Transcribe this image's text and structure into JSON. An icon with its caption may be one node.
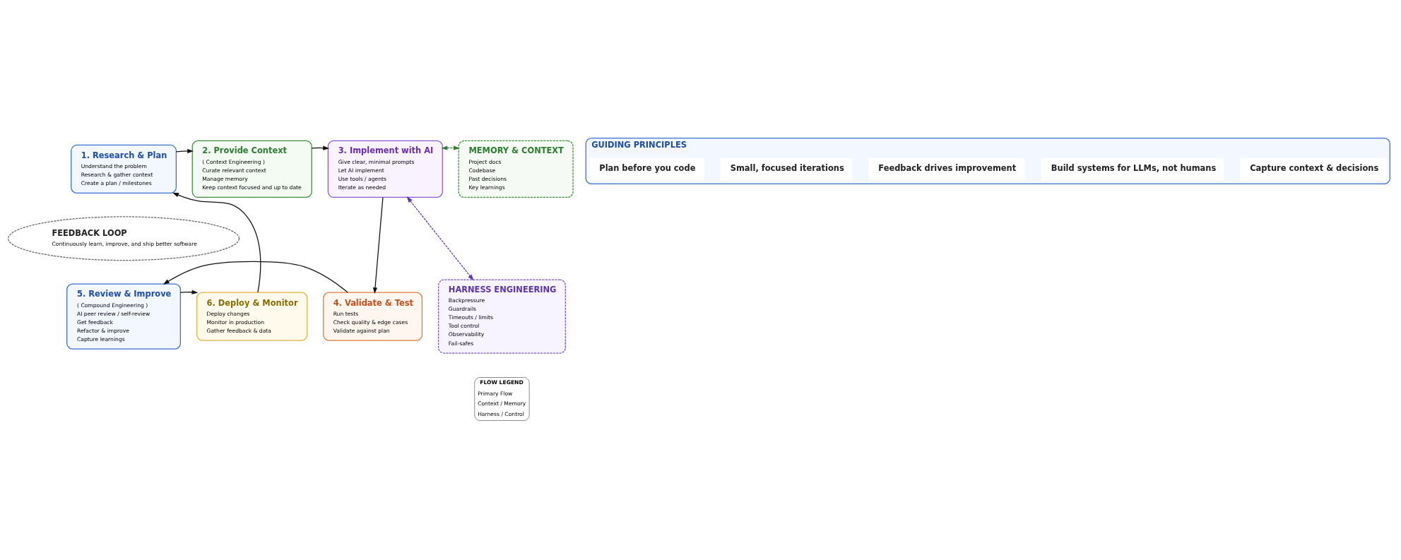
{
  "diagram": {
    "nodes": [
      {
        "text": [
          "1. Research & Plan",
          "Understand the problem",
          "Research & gather context",
          "Create a plan / milestones"
        ]
      },
      {
        "text": [
          "2. Provide Context",
          "( Context Engineering )",
          "Curate relevant context",
          "Manage memory",
          "Keep context focused and up to date"
        ]
      },
      {
        "text": [
          "3. Implement with AI",
          "Give clear, minimal prompts",
          "Let AI implement",
          "Use tools / agents",
          "Iterate as needed"
        ]
      },
      {
        "text": [
          "MEMORY & CONTEXT",
          "Project docs",
          "Codebase",
          "Past decisions",
          "Key learnings"
        ]
      },
      {
        "text": [
          "HARNESS ENGINEERING",
          "Backpressure",
          "Guardrails",
          "Timeouts / limits",
          "Tool control",
          "Observability",
          "Fail-safes"
        ]
      },
      {
        "text": [
          "4. Validate & Test",
          "Run tests",
          "Check quality & edge cases",
          "Validate against plan"
        ]
      },
      {
        "text": [
          "5. Review & Improve",
          "( Compound Engineering )",
          "AI peer review / self-review",
          "Get feedback",
          "Refactor & improve",
          "Capture learnings"
        ]
      },
      {
        "text": [
          "6. Deploy & Monitor",
          "Deploy changes",
          "Monitor in production",
          "Gather feedback & data"
        ]
      },
      {
        "text": [
          "FEEDBACK LOOP",
          "Continuously learn, improve, and ship better software"
        ]
      },
      {
        "text": [
          "GUIDING PRINCIPLES"
        ]
      },
      {
        "text": [
          "Plan before you code"
        ],
        "in": 9
      },
      {
        "text": [
          "Small, focused iterations"
        ],
        "in": 9
      },
      {
        "text": [
          "Feedback drives improvement"
        ],
        "in": 9
      },
      {
        "text": [
          "Build systems for LLMs, not humans"
        ],
        "in": 9
      },
      {
        "text": [
          "Capture context & decisions"
        ],
        "in": 9
      }
    ],
    "edges": [
      {
        "from": 0,
        "to": 1,
        "arrow": "to"
      },
      {
        "from": 1,
        "to": 2,
        "arrow": "to"
      },
      {
        "from": 2,
        "to": 5,
        "arrow": "to"
      },
      {
        "from": 5,
        "to": 6,
        "arrow": "to"
      },
      {
        "from": 6,
        "to": 7,
        "arrow": "to"
      },
      {
        "from": 7,
        "to": 0,
        "arrow": "to"
      },
      {
        "from": 2,
        "to": 3,
        "arrow": "both",
        "style": "dashed",
        "color": "#2e7d32"
      },
      {
        "from": 2,
        "to": 4,
        "arrow": "both",
        "style": "dashed",
        "color": "#5e35b1"
      }
    ],
    "labels": [
      "FLOW LEGEND"
    ],
    "legend": [
      {
        "text": "Primary Flow"
      },
      {
        "text": "Context / Memory"
      },
      {
        "text": "Harness / Control"
      }
    ]
  }
}
